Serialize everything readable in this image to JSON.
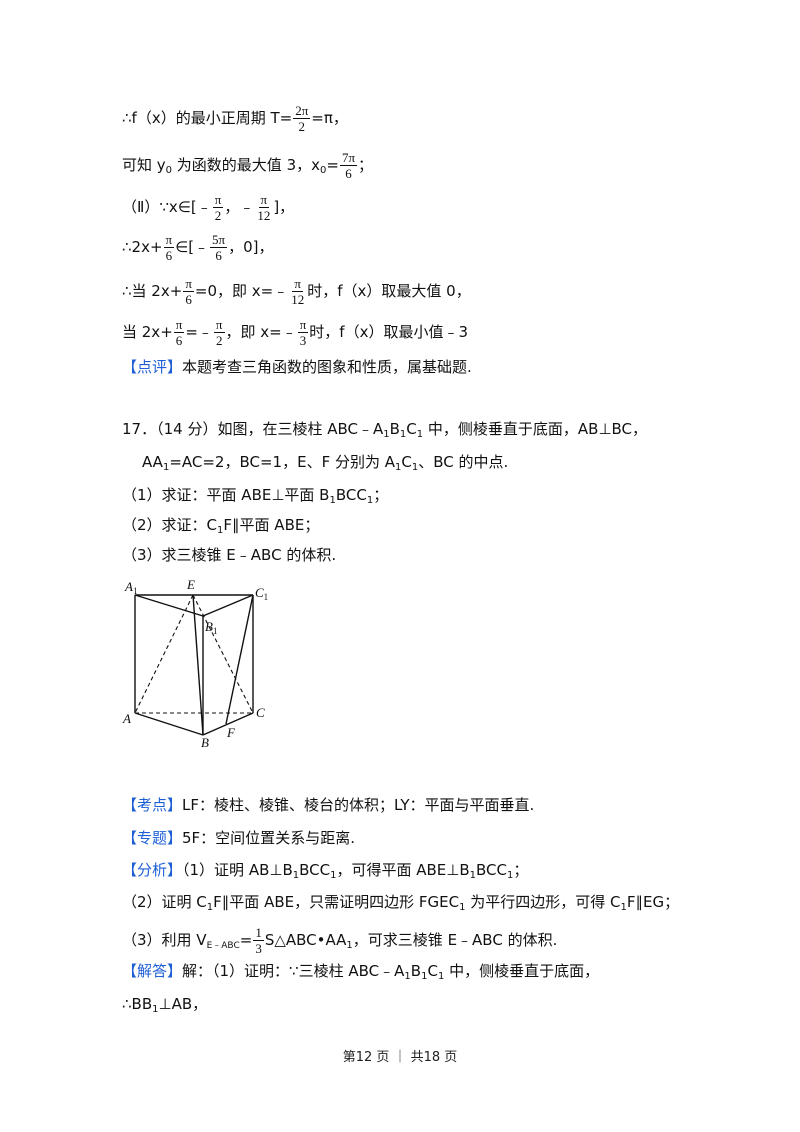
{
  "sol16": {
    "l1_a": "∴f（x）的最小正周期 T=",
    "l1_frac_num": "2π",
    "l1_frac_den": "2",
    "l1_b": "=π，",
    "l2_a": "可知 y",
    "l2_sub": "0",
    "l2_b": " 为函数的最大值 3，x",
    "l2_sub2": "0",
    "l2_c": "=",
    "l2_frac_num": "7π",
    "l2_frac_den": "6",
    "l2_d": "；",
    "l3_a": "（Ⅱ）∵x∈[﹣",
    "l3_f1_num": "π",
    "l3_f1_den": "2",
    "l3_b": "，﹣",
    "l3_f2_num": "π",
    "l3_f2_den": "12",
    "l3_c": "]，",
    "l4_a": "∴2x+",
    "l4_f1_num": "π",
    "l4_f1_den": "6",
    "l4_b": "∈[﹣",
    "l4_f2_num": "5π",
    "l4_f2_den": "6",
    "l4_c": "，0]，",
    "l5_a": "∴当 2x+",
    "l5_f1_num": "π",
    "l5_f1_den": "6",
    "l5_b": "=0，即 x=﹣",
    "l5_f2_num": "π",
    "l5_f2_den": "12",
    "l5_c": "时，f（x）取最大值 0，",
    "l6_a": "当 2x+",
    "l6_f1_num": "π",
    "l6_f1_den": "6",
    "l6_b": "=﹣",
    "l6_f2_num": "π",
    "l6_f2_den": "2",
    "l6_c": "，即 x=﹣",
    "l6_f3_num": "π",
    "l6_f3_den": "3",
    "l6_d": "时，f（x）取最小值﹣3",
    "review_tag": "【点评】",
    "review_text": "本题考查三角函数的图象和性质，属基础题."
  },
  "q17": {
    "l1_a": "17．（14 分）如图，在三棱柱 ABC﹣A",
    "l1_s1": "1",
    "l1_b": "B",
    "l1_s2": "1",
    "l1_c": "C",
    "l1_s3": "1",
    "l1_d": " 中，侧棱垂直于底面，AB⊥BC，",
    "l2_a": "AA",
    "l2_s1": "1",
    "l2_b": "=AC=2，BC=1，E、F 分别为 A",
    "l2_s2": "1",
    "l2_c": "C",
    "l2_s3": "1",
    "l2_d": "、BC 的中点.",
    "p1_a": "（1）求证：平面 ABE⊥平面 B",
    "p1_s1": "1",
    "p1_b": "BCC",
    "p1_s2": "1",
    "p1_c": "；",
    "p2_a": "（2）求证：C",
    "p2_s1": "1",
    "p2_b": "F∥平面 ABE；",
    "p3": "（3）求三棱锥 E﹣ABC 的体积."
  },
  "figure_labels": {
    "A1": "A",
    "A1_sub": "1",
    "E": "E",
    "C1": "C",
    "C1_sub": "1",
    "B1": "B",
    "B1_sub": "1",
    "A": "A",
    "B": "B",
    "C": "C",
    "F": "F"
  },
  "analysis": {
    "kd_tag": "【考点】",
    "kd_text": "LF：棱柱、棱锥、棱台的体积；LY：平面与平面垂直.",
    "zt_tag": "【专题】",
    "zt_text": "5F：空间位置关系与距离.",
    "fx_tag": "【分析】",
    "fx_a": "（1）证明 AB⊥B",
    "fx_s1": "1",
    "fx_b": "BCC",
    "fx_s2": "1",
    "fx_c": "，可得平面 ABE⊥B",
    "fx_s3": "1",
    "fx_d": "BCC",
    "fx_s4": "1",
    "fx_e": "；",
    "l2_a": "（2）证明 C",
    "l2_s1": "1",
    "l2_b": "F∥平面 ABE，只需证明四边形 FGEC",
    "l2_s2": "1",
    "l2_c": " 为平行四边形，可得 C",
    "l2_s3": "1",
    "l2_d": "F∥EG；",
    "l3_a": "（3）利用 V",
    "l3_sub": "E﹣ABC",
    "l3_b": "=",
    "l3_frac_num": "1",
    "l3_frac_den": "3",
    "l3_c": "S△ABC•AA",
    "l3_s1": "1",
    "l3_d": "，可求三棱锥 E﹣ABC 的体积.",
    "jd_tag": "【解答】",
    "jd_a": "解：（1）证明：∵三棱柱 ABC﹣A",
    "jd_s1": "1",
    "jd_b": "B",
    "jd_s2": "1",
    "jd_c": "C",
    "jd_s3": "1",
    "jd_d": " 中，侧棱垂直于底面，",
    "last_a": "∴BB",
    "last_s1": "1",
    "last_b": "⊥AB，"
  },
  "footer": {
    "text": "第12 页 ｜ 共18 页"
  }
}
